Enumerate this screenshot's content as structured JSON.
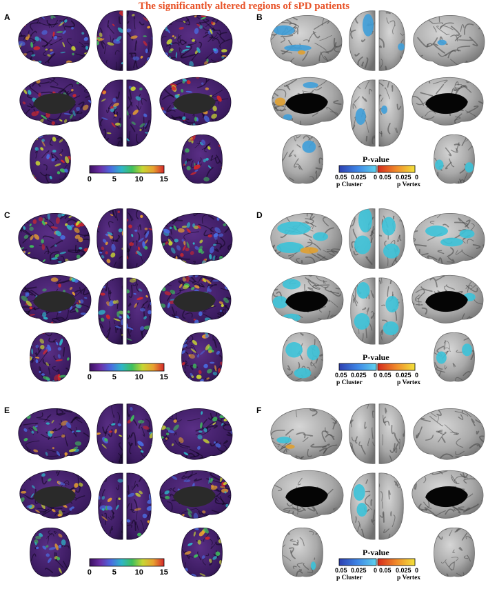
{
  "title": "The significantly altered regions of sPD patients",
  "panels": [
    {
      "label": "A",
      "kind": "heat"
    },
    {
      "label": "B",
      "kind": "pvalue"
    },
    {
      "label": "C",
      "kind": "heat"
    },
    {
      "label": "D",
      "kind": "pvalue"
    },
    {
      "label": "E",
      "kind": "heat"
    },
    {
      "label": "F",
      "kind": "pvalue"
    }
  ],
  "heat_colorbar": {
    "ticks": [
      "0",
      "5",
      "10",
      "15"
    ],
    "colors": [
      "#3b1061",
      "#6b2fa6",
      "#4a6be0",
      "#2fb5c8",
      "#3fbf5c",
      "#c8d633",
      "#e8a030",
      "#d4282a"
    ]
  },
  "pvalue_legend": {
    "title": "P-value",
    "cluster_ticks": [
      "0.05",
      "0.025"
    ],
    "mid_tick": "0",
    "vertex_ticks": [
      "0.05",
      "0.025",
      "0"
    ],
    "cluster_label": "p Cluster",
    "vertex_label": "p Vertex",
    "cluster_colors": [
      "#2d3fb0",
      "#3e86e6",
      "#5fd3ee"
    ],
    "vertex_colors": [
      "#d42a1c",
      "#f08a2a",
      "#f3e23c"
    ]
  },
  "colors": {
    "title": "#e8542a",
    "brain_gray": "#a4a4a4",
    "brain_dark": "#3a1f55",
    "medial_dark": "#1c1c1c",
    "highlight_blue": "#3f9fd9",
    "highlight_cyan": "#3cc2d8",
    "highlight_orange": "#e0a030"
  }
}
